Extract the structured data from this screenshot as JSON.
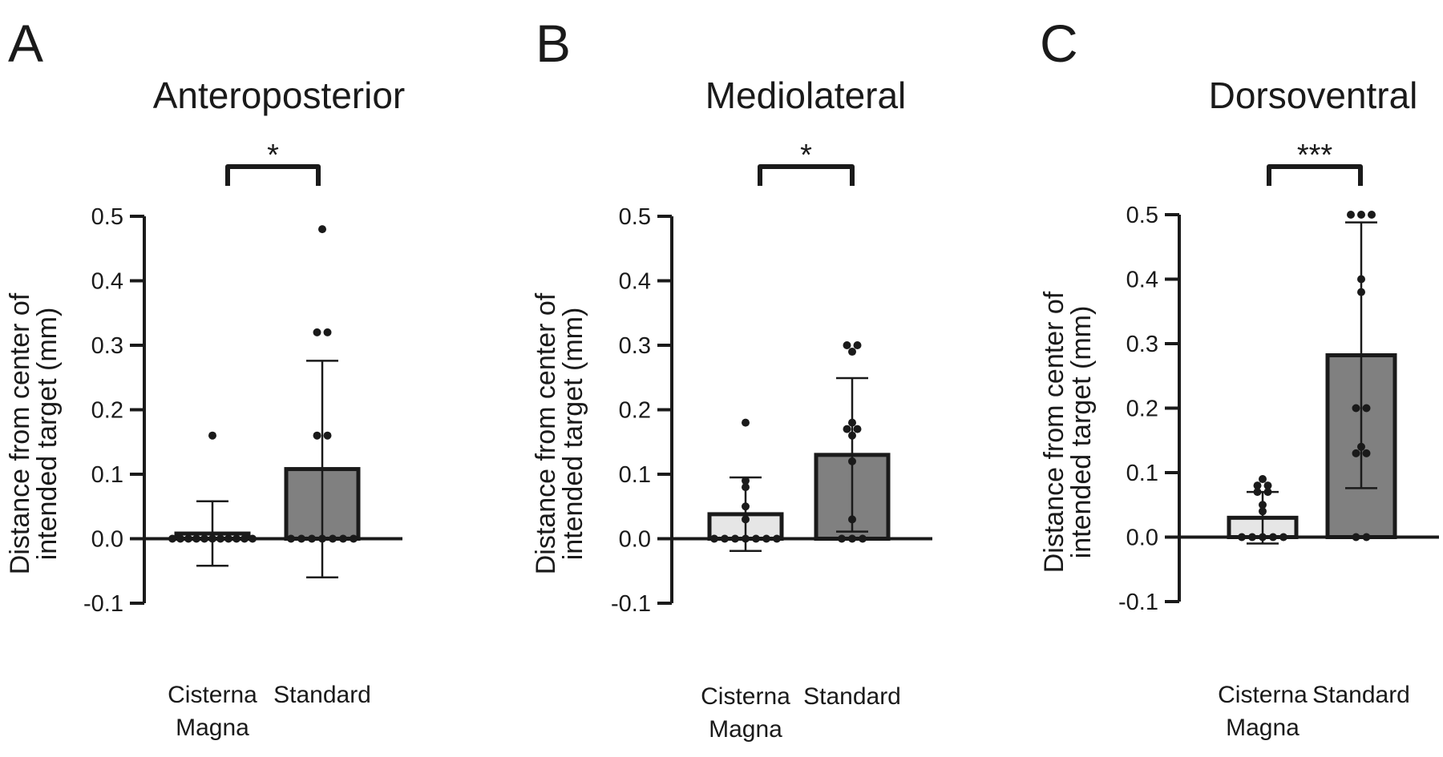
{
  "chart_data": [
    {
      "panel": "A",
      "type": "bar",
      "title": "Anteroposterior",
      "ylabel": "Distance from center of intended target (mm)",
      "ylabel_lines": [
        "Distance from center of",
        "intended target (mm)"
      ],
      "ylim": [
        -0.1,
        0.5
      ],
      "yticks": [
        "-0.1",
        "0.0",
        "0.1",
        "0.2",
        "0.3",
        "0.4",
        "0.5"
      ],
      "categories": [
        "Cisterna Magna",
        "Standard"
      ],
      "category_lines": [
        [
          "Cisterna",
          "Magna"
        ],
        [
          "Standard"
        ]
      ],
      "bar_colors": [
        "#e6e6e6",
        "#808080"
      ],
      "series": [
        {
          "values": [
            0.008,
            0.108
          ],
          "error": [
            0.05,
            0.168
          ]
        }
      ],
      "points": [
        [
          0.16,
          0,
          0,
          0,
          0,
          0,
          0,
          0,
          0,
          0,
          0,
          0
        ],
        [
          0.48,
          0.32,
          0.32,
          0.16,
          0.16,
          0,
          0,
          0,
          0,
          0,
          0,
          0
        ]
      ],
      "significance": "*"
    },
    {
      "panel": "B",
      "type": "bar",
      "title": "Mediolateral",
      "ylabel": "Distance from center of intended target (mm)",
      "ylabel_lines": [
        "Distance from center of",
        "intended target (mm)"
      ],
      "ylim": [
        -0.1,
        0.5
      ],
      "yticks": [
        "-0.1",
        "0.0",
        "0.1",
        "0.2",
        "0.3",
        "0.4",
        "0.5"
      ],
      "categories": [
        "Cisterna Magna",
        "Standard"
      ],
      "category_lines": [
        [
          "Cisterna",
          "Magna"
        ],
        [
          "Standard"
        ]
      ],
      "bar_colors": [
        "#e6e6e6",
        "#808080"
      ],
      "series": [
        {
          "values": [
            0.038,
            0.13
          ],
          "error": [
            0.057,
            0.119
          ]
        }
      ],
      "points": [
        [
          0.18,
          0.09,
          0.08,
          0.05,
          0.03,
          0,
          0,
          0,
          0,
          0,
          0,
          0
        ],
        [
          0.3,
          0.3,
          0.29,
          0.18,
          0.17,
          0.17,
          0.16,
          0.12,
          0.03,
          0,
          0,
          0
        ]
      ],
      "significance": "*"
    },
    {
      "panel": "C",
      "type": "bar",
      "title": "Dorsoventral",
      "ylabel": "Distance from center of intended target (mm)",
      "ylabel_lines": [
        "Distance from center of",
        "intended target (mm)"
      ],
      "ylim": [
        -0.1,
        0.5
      ],
      "yticks": [
        "-0.1",
        "0.0",
        "0.1",
        "0.2",
        "0.3",
        "0.4",
        "0.5"
      ],
      "categories": [
        "Cisterna Magna",
        "Standard"
      ],
      "category_lines": [
        [
          "Cisterna",
          "Magna"
        ],
        [
          "Standard"
        ]
      ],
      "bar_colors": [
        "#e6e6e6",
        "#808080"
      ],
      "series": [
        {
          "values": [
            0.03,
            0.282
          ],
          "error": [
            0.04,
            0.206
          ]
        }
      ],
      "points": [
        [
          0.09,
          0.08,
          0.08,
          0.07,
          0.07,
          0.05,
          0.04,
          0,
          0,
          0,
          0,
          0
        ],
        [
          0.5,
          0.5,
          0.5,
          0.4,
          0.38,
          0.2,
          0.2,
          0.14,
          0.13,
          0.13,
          0,
          0
        ]
      ],
      "significance": "***"
    }
  ]
}
